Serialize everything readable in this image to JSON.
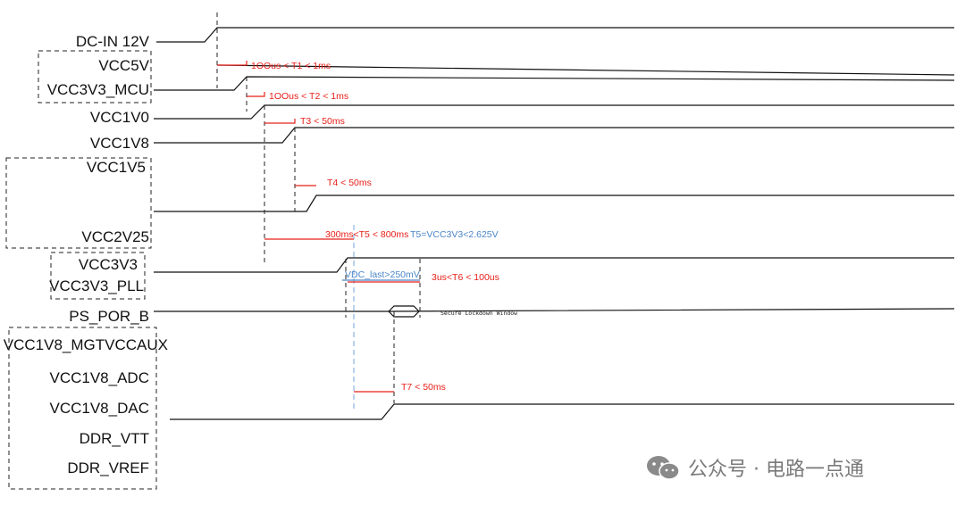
{
  "signals": {
    "dcin": "DC-IN 12V",
    "vcc5v": "VCC5V",
    "vcc3v3_mcu": "VCC3V3_MCU",
    "vcc1v0": "VCC1V0",
    "vcc1v8": "VCC1V8",
    "vcc1v5": "VCC1V5",
    "vcc2v25": "VCC2V25",
    "vcc3v3": "VCC3V3",
    "vcc3v3_pll": "VCC3V3_PLL",
    "ps_por_b": "PS_POR_B",
    "vcc1v8_mgtvccaux": "VCC1V8_MGTVCCAUX",
    "vcc1v8_adc": "VCC1V8_ADC",
    "vcc1v8_dac": "VCC1V8_DAC",
    "ddr_vtt": "DDR_VTT",
    "ddr_vref": "DDR_VREF"
  },
  "annotations": {
    "t1": "1OOus < T1 < 1ms",
    "t2": "1OOus < T2 < 1ms",
    "t3": "T3 < 50ms",
    "t4": "T4 < 50ms",
    "t5": "300ms<T5 < 800ms",
    "t5_note": "T5=VCC3V3<2.625V",
    "vdc_last": "VDC_last>250mV",
    "t6": "3us<T6 < 100us",
    "t7": "T7 < 50ms",
    "secure_window": "Secure Lockdown Window"
  },
  "colors": {
    "timing_red": "#e8201a",
    "note_blue": "#4a86c8",
    "line_black": "#111111"
  },
  "watermark": {
    "icon": "wechat-icon",
    "text": "公众号 · 电路一点通"
  }
}
